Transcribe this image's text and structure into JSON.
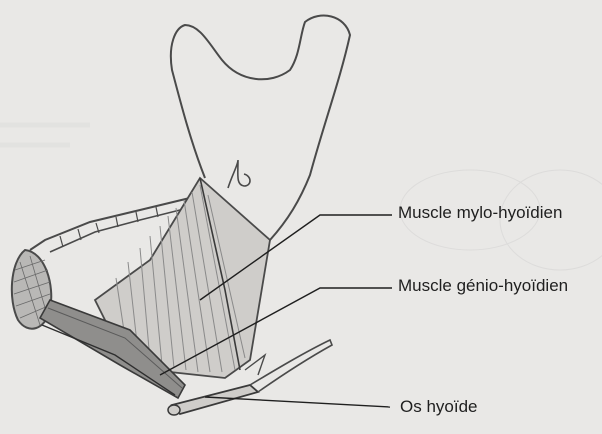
{
  "labels": {
    "mylohyoid": "Muscle mylo-hyoïdien",
    "geniohyoid": "Muscle génio-hyoïdien",
    "hyoid": "Os hyoïde"
  },
  "colors": {
    "paper": "#e9e8e6",
    "pencil": "#4a4a4a",
    "ink": "#1f1f1f",
    "hatching": "#8a8a8a"
  }
}
